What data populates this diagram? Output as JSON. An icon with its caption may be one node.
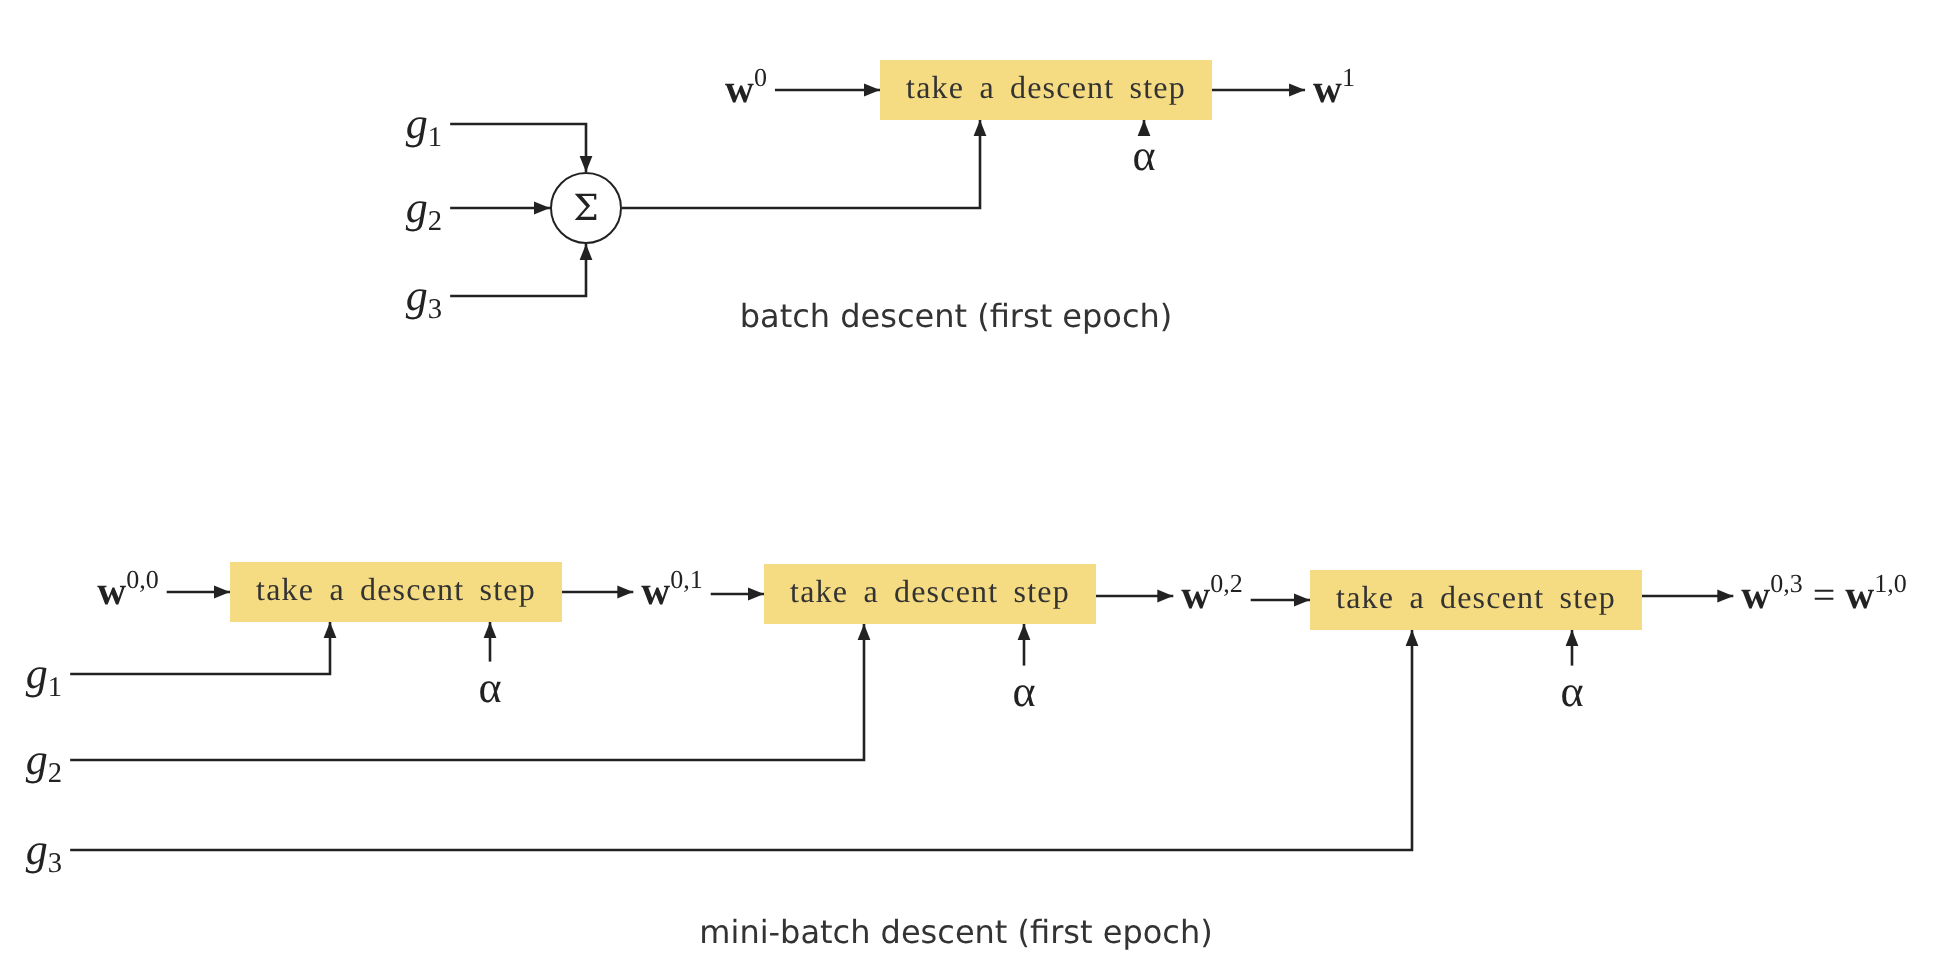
{
  "diagram": {
    "nodes": [
      {
        "text": [
          "**w**$^{0}$"
        ]
      },
      {
        "text": [
          "take a descent step"
        ]
      },
      {
        "text": [
          "**w**$^{1}$"
        ]
      },
      {
        "text": [
          "α"
        ]
      },
      {
        "text": [
          "*g*$_{1}$"
        ]
      },
      {
        "text": [
          "*g*$_{2}$"
        ]
      },
      {
        "text": [
          "*g*$_{3}$"
        ]
      },
      {
        "text": [
          "Σ"
        ]
      },
      {
        "text": [
          "**w**$^{0,0}$"
        ]
      },
      {
        "text": [
          "take a descent step"
        ]
      },
      {
        "text": [
          "**w**$^{0,1}$"
        ]
      },
      {
        "text": [
          "α"
        ]
      },
      {
        "text": [
          "take a descent step"
        ]
      },
      {
        "text": [
          "**w**$^{0,2}$"
        ]
      },
      {
        "text": [
          "α"
        ]
      },
      {
        "text": [
          "take a descent step"
        ]
      },
      {
        "text": [
          "**w**$^{0,3}$ = **w**$^{1,0}$"
        ]
      },
      {
        "text": [
          "α"
        ]
      },
      {
        "text": [
          "*g*$_{1}$"
        ]
      },
      {
        "text": [
          "*g*$_{2}$"
        ]
      },
      {
        "text": [
          "*g*$_{3}$"
        ]
      }
    ],
    "edges": [
      {
        "from": 0,
        "to": 1,
        "arrow": "to"
      },
      {
        "from": 1,
        "to": 2,
        "arrow": "to"
      },
      {
        "from": 3,
        "to": 1,
        "arrow": "to"
      },
      {
        "from": 4,
        "to": 7,
        "arrow": "to"
      },
      {
        "from": 5,
        "to": 7,
        "arrow": "to"
      },
      {
        "from": 6,
        "to": 7,
        "arrow": "to"
      },
      {
        "from": 7,
        "to": 1,
        "arrow": "to"
      },
      {
        "from": 8,
        "to": 9,
        "arrow": "to"
      },
      {
        "from": 9,
        "to": 10,
        "arrow": "to"
      },
      {
        "from": 10,
        "to": 12,
        "arrow": "to"
      },
      {
        "from": 11,
        "to": 9,
        "arrow": "to"
      },
      {
        "from": 12,
        "to": 13,
        "arrow": "to"
      },
      {
        "from": 13,
        "to": 15,
        "arrow": "to"
      },
      {
        "from": 14,
        "to": 12,
        "arrow": "to"
      },
      {
        "from": 15,
        "to": 16,
        "arrow": "to"
      },
      {
        "from": 17,
        "to": 15,
        "arrow": "to"
      },
      {
        "from": 18,
        "to": 9,
        "arrow": "to"
      },
      {
        "from": 19,
        "to": 12,
        "arrow": "to"
      },
      {
        "from": 20,
        "to": 15,
        "arrow": "to"
      }
    ],
    "labels": [
      "batch descent (first epoch)",
      "mini-batch descent (first epoch)"
    ]
  }
}
